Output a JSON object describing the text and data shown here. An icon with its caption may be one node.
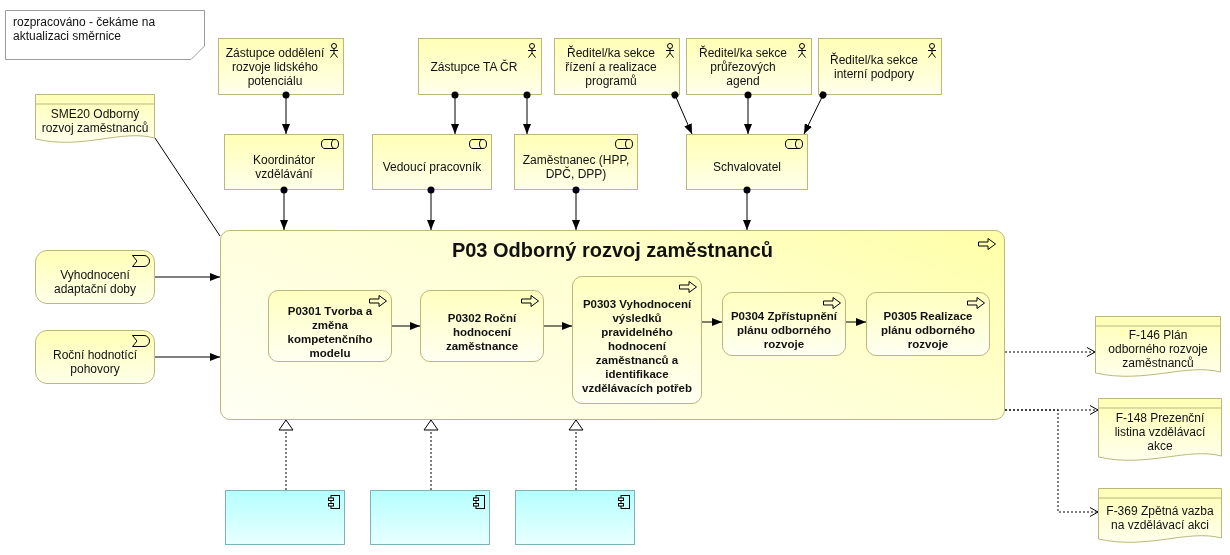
{
  "diagram": {
    "nodes": [
      {
        "text": [
          "rozpracováno - čekáme na aktualizaci směrnice"
        ]
      },
      {
        "text": [
          "Zástupce oddělení rozvoje lidského potenciálu"
        ]
      },
      {
        "text": [
          "Zástupce TA ČR"
        ]
      },
      {
        "text": [
          "Ředitel/ka sekce řízení a realizace programů"
        ]
      },
      {
        "text": [
          "Ředitel/ka sekce průřezových agend"
        ]
      },
      {
        "text": [
          "Ředitel/ka sekce interní podpory"
        ]
      },
      {
        "text": [
          "SME20 Odborný rozvoj zaměstnanců"
        ]
      },
      {
        "text": [
          "Koordinátor vzdělávání"
        ]
      },
      {
        "text": [
          "Vedoucí pracovník"
        ]
      },
      {
        "text": [
          "Zaměstnanec (HPP, DPČ, DPP)"
        ]
      },
      {
        "text": [
          "Schvalovatel"
        ]
      },
      {
        "text": [
          "Vyhodnocení adaptační doby"
        ]
      },
      {
        "text": [
          "Roční hodnotící pohovory"
        ]
      },
      {
        "text": [
          "P03 Odborný rozvoj zaměstnanců"
        ]
      },
      {
        "text": [
          "P0301 Tvorba a změna kompetenčního modelu"
        ],
        "in": 13
      },
      {
        "text": [
          "P0302 Roční hodnocení zaměstnance"
        ],
        "in": 13
      },
      {
        "text": [
          "P0303 Vyhodnocení výsledků pravidelného hodnocení zaměstnanců a identifikace vzdělávacích potřeb"
        ],
        "in": 13
      },
      {
        "text": [
          "P0304 Zpřístupnění plánu odborného rozvoje"
        ],
        "in": 13
      },
      {
        "text": [
          "P0305 Realizace plánu odborného rozvoje"
        ],
        "in": 13
      },
      {
        "text": [
          "F-146 Plán odborného rozvoje zaměstnanců"
        ]
      },
      {
        "text": [
          "F-148 Prezenční listina vzdělávací akce"
        ]
      },
      {
        "text": [
          "F-369 Zpětná vazba na vzdělávací akci"
        ]
      },
      {
        "text": [],
        "shape": "box"
      },
      {
        "text": [],
        "shape": "box"
      },
      {
        "text": [],
        "shape": "box"
      }
    ],
    "edges": [
      {
        "from": 1,
        "to": 7,
        "arrow": "to"
      },
      {
        "from": 2,
        "to": 8,
        "arrow": "to"
      },
      {
        "from": 2,
        "to": 9,
        "arrow": "to"
      },
      {
        "from": 3,
        "to": 10,
        "arrow": "to"
      },
      {
        "from": 4,
        "to": 10,
        "arrow": "to"
      },
      {
        "from": 5,
        "to": 10,
        "arrow": "to"
      },
      {
        "from": 7,
        "to": 13,
        "arrow": "to"
      },
      {
        "from": 8,
        "to": 13,
        "arrow": "to"
      },
      {
        "from": 9,
        "to": 13,
        "arrow": "to"
      },
      {
        "from": 10,
        "to": 13,
        "arrow": "to"
      },
      {
        "from": 6,
        "to": 13,
        "arrow": "none"
      },
      {
        "from": 11,
        "to": 13,
        "arrow": "to"
      },
      {
        "from": 12,
        "to": 13,
        "arrow": "to"
      },
      {
        "from": 14,
        "to": 15,
        "arrow": "to"
      },
      {
        "from": 15,
        "to": 16,
        "arrow": "to"
      },
      {
        "from": 16,
        "to": 17,
        "arrow": "to"
      },
      {
        "from": 17,
        "to": 18,
        "arrow": "to"
      },
      {
        "from": 13,
        "to": 19,
        "arrow": "to",
        "style": "dashed"
      },
      {
        "from": 13,
        "to": 20,
        "arrow": "to",
        "style": "dashed"
      },
      {
        "from": 13,
        "to": 21,
        "arrow": "to",
        "style": "dashed"
      },
      {
        "from": 22,
        "to": 13,
        "arrow": "to",
        "style": "dashed"
      },
      {
        "from": 23,
        "to": 13,
        "arrow": "to",
        "style": "dashed"
      },
      {
        "from": 24,
        "to": 13,
        "arrow": "to",
        "style": "dashed"
      }
    ]
  }
}
